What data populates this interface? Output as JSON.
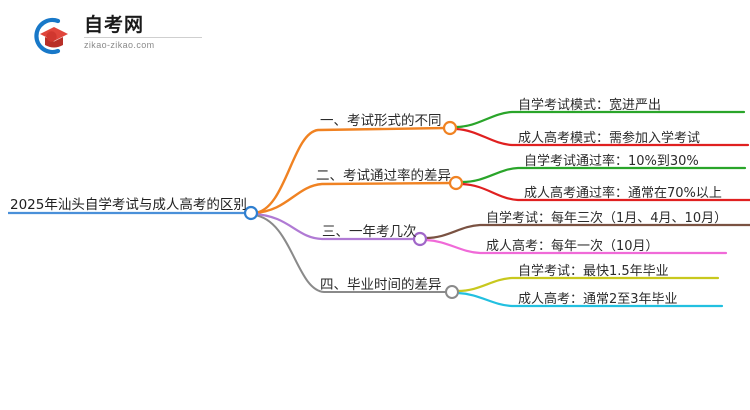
{
  "logo": {
    "title": "自考网",
    "subtitle": "zikao-zikao.com",
    "mark_icon": "graduation-cap-logo-icon",
    "arc_color": "#1878c8",
    "cap_color": "#c0342c",
    "cap_accent": "#e0453b"
  },
  "mindmap": {
    "root": {
      "label": "2025年汕头自学考试与成人高考的区别",
      "line_color": "#4a90d9",
      "node_color": "#2f7fd0"
    },
    "branches": [
      {
        "label": "一、考试形式的不同",
        "line_color": "#f08222",
        "node_color": "#f08222",
        "children": [
          {
            "label": "自学考试模式：宽进严出",
            "line_color": "#2aa52a"
          },
          {
            "label": "成人高考模式：需参加入学考试",
            "line_color": "#e02020"
          }
        ]
      },
      {
        "label": "二、考试通过率的差异",
        "line_color": "#f08222",
        "node_color": "#f08222",
        "children": [
          {
            "label": "自学考试通过率：10%到30%",
            "line_color": "#2aa52a"
          },
          {
            "label": "成人高考通过率：通常在70%以上",
            "line_color": "#e02020"
          }
        ]
      },
      {
        "label": "三、一年考几次",
        "line_color": "#b07ad4",
        "node_color": "#a066c8",
        "children": [
          {
            "label": "自学考试：每年三次（1月、4月、10月）",
            "line_color": "#7a5242"
          },
          {
            "label": "成人高考：每年一次（10月）",
            "line_color": "#f06ad8"
          }
        ]
      },
      {
        "label": "四、毕业时间的差异",
        "line_color": "#8a8a8a",
        "node_color": "#8a8a8a",
        "children": [
          {
            "label": "自学考试：最快1.5年毕业",
            "line_color": "#c8c81e"
          },
          {
            "label": "成人高考：通常2至3年毕业",
            "line_color": "#22c0e0"
          }
        ]
      }
    ]
  }
}
